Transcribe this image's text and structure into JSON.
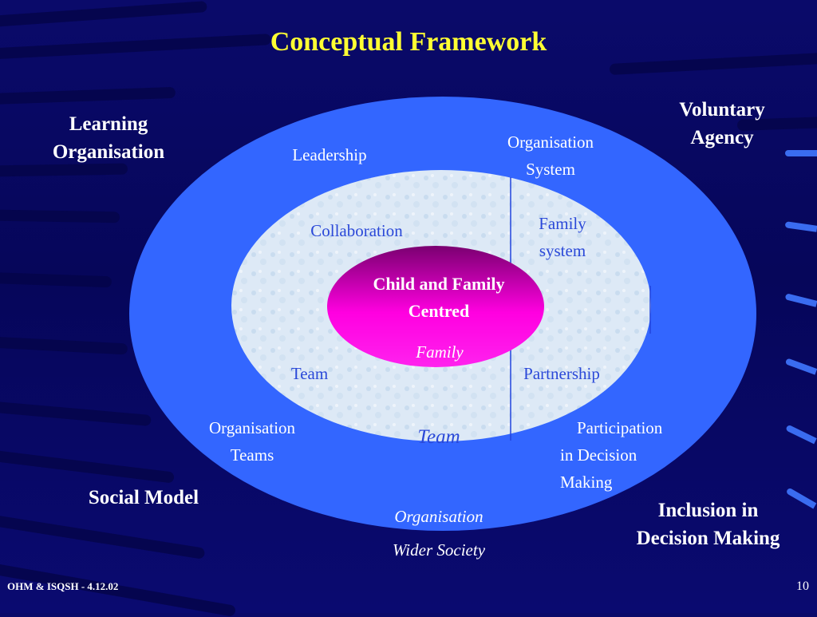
{
  "slide": {
    "title": "Conceptual Framework",
    "footer": "OHM & ISQSH - 4.12.02",
    "page_number": "10"
  },
  "corners": {
    "top_left": [
      "Learning",
      "Organisation"
    ],
    "top_right": [
      "Voluntary",
      "Agency"
    ],
    "bottom_left": "Social Model",
    "bottom_right": [
      "Inclusion in",
      "Decision Making"
    ]
  },
  "outer_ring": {
    "leadership": "Leadership",
    "organisation_system": [
      "Organisation",
      "System"
    ],
    "organisation_teams": [
      "Organisation",
      "Teams"
    ],
    "participation": [
      "Participation",
      "in Decision",
      "Making"
    ],
    "ring_name": "Organisation",
    "wider_society": "Wider Society"
  },
  "inner_ring": {
    "collaboration": "Collaboration",
    "family_system": [
      "Family",
      "system"
    ],
    "team": "Team",
    "partnership": "Partnership",
    "ring_name": "Team"
  },
  "center": {
    "lines": [
      "Child and Family",
      "Centred"
    ],
    "ring_name": "Family"
  },
  "colors": {
    "background": "#08086a",
    "title": "#ffff33",
    "outer_ellipse": "#3366ff",
    "inner_ellipse": "#dce8f5",
    "center": "#ff00dd",
    "inner_text": "#2a48d8"
  }
}
